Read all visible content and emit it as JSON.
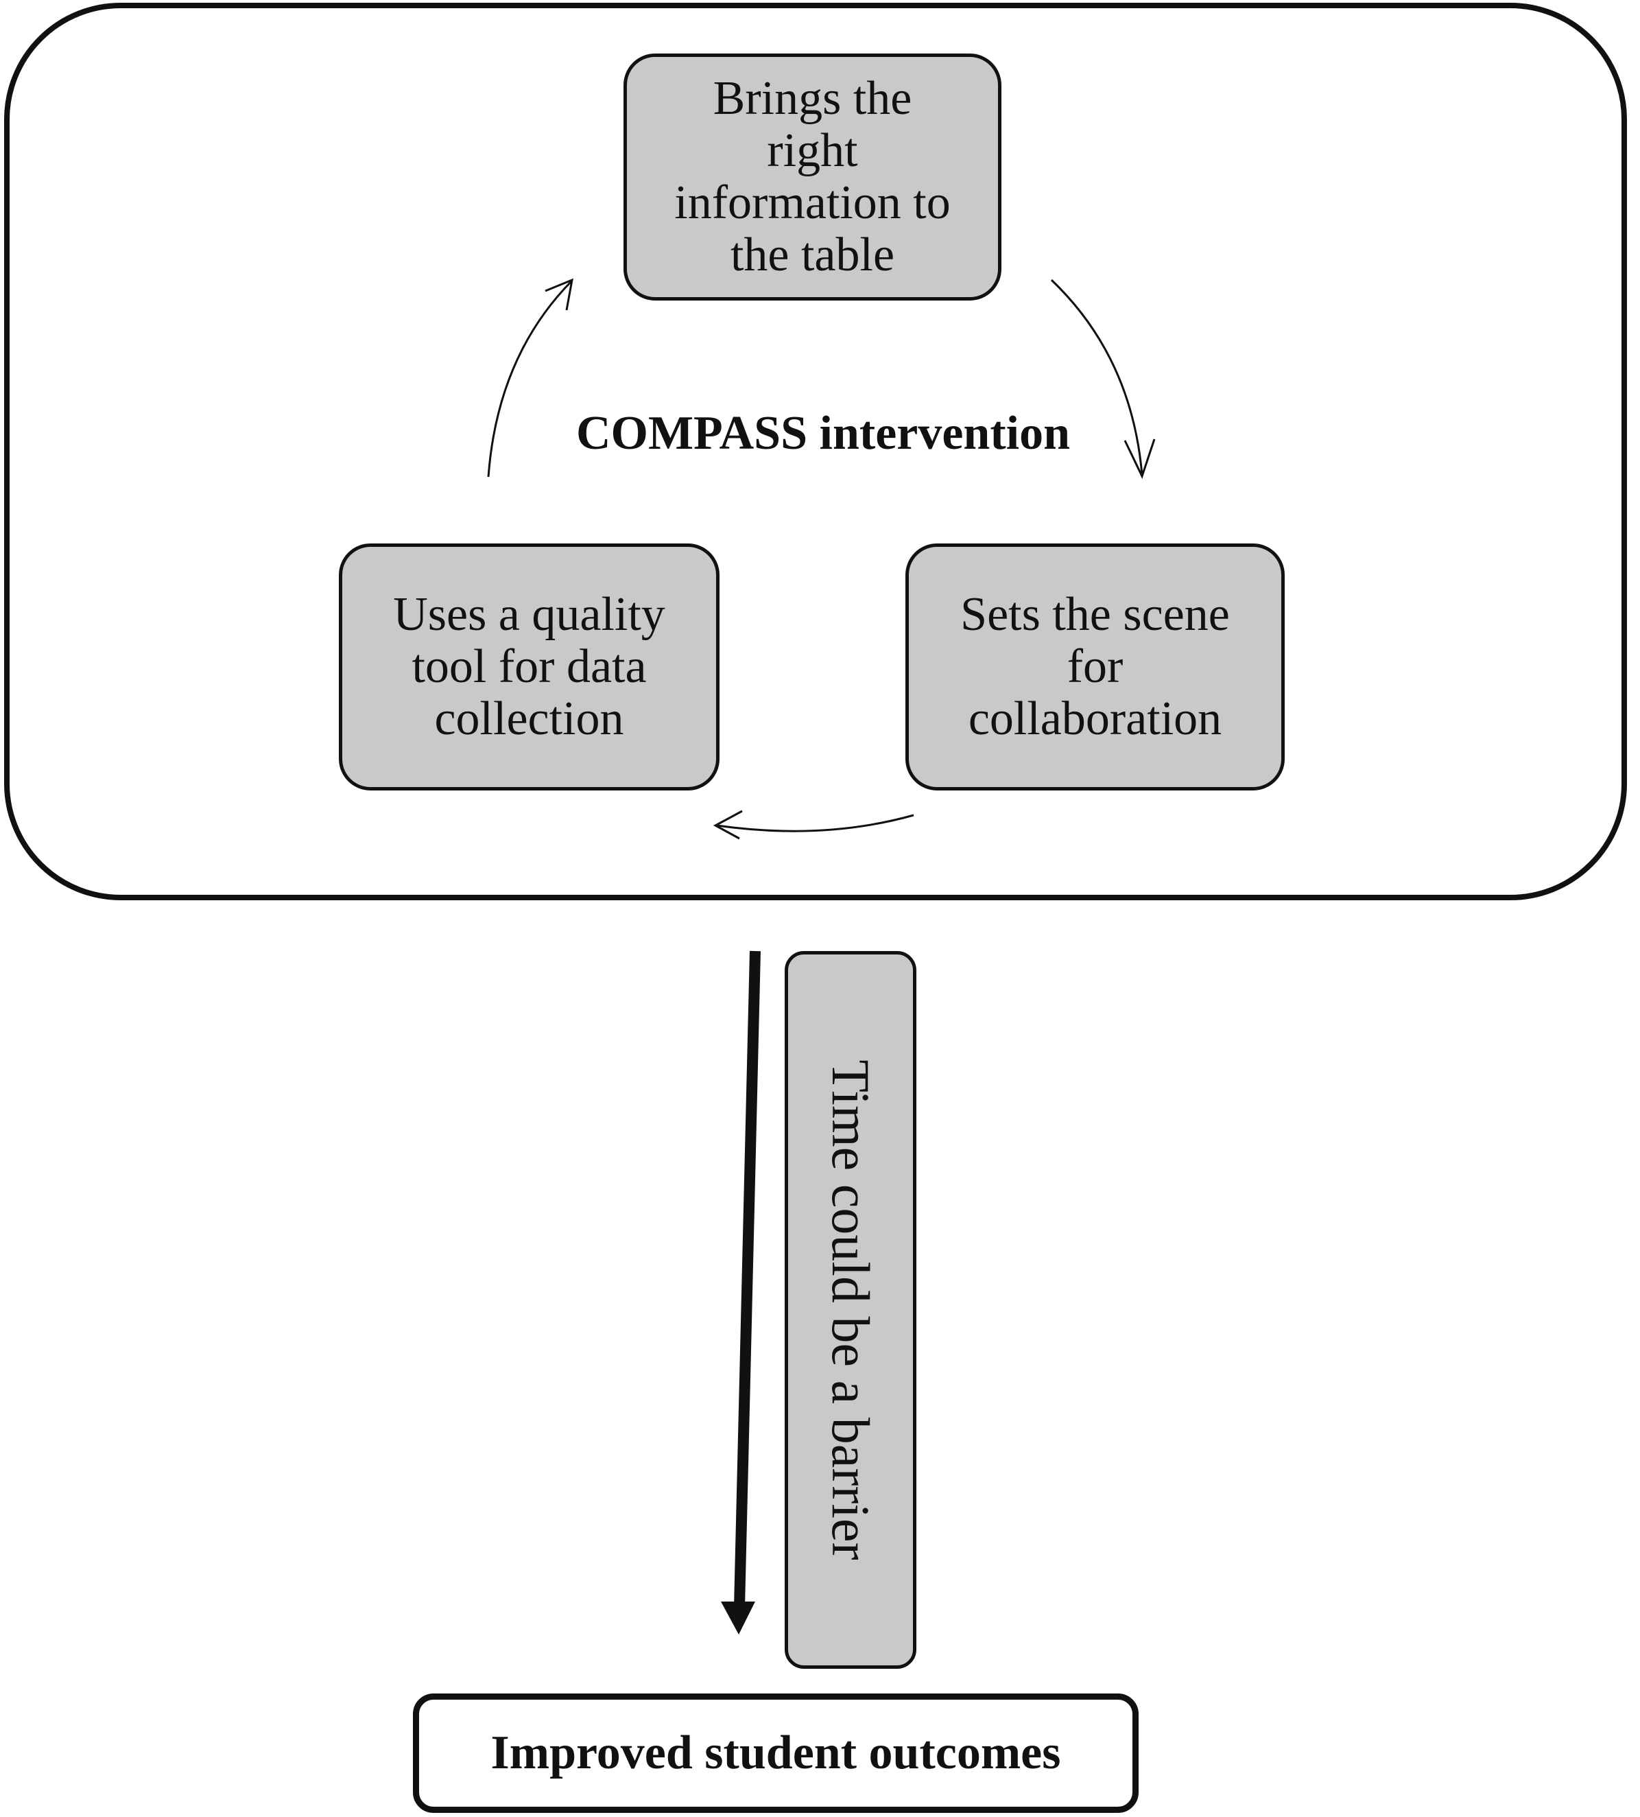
{
  "diagram": {
    "title": "COMPASS intervention",
    "nodes": [
      {
        "id": "n1",
        "label": "Brings the\nright\ninformation to\nthe table"
      },
      {
        "id": "n2",
        "label": "Sets the scene\nfor\ncollaboration"
      },
      {
        "id": "n3",
        "label": "Uses a quality\ntool for data\ncollection"
      }
    ],
    "edges": [
      {
        "from": "n1",
        "to": "n2"
      },
      {
        "from": "n2",
        "to": "n3"
      },
      {
        "from": "n3",
        "to": "n1"
      },
      {
        "from": "cycle",
        "to": "outcome"
      }
    ],
    "barrier_label": "Time could be a barrier",
    "outcome_label": "Improved student outcomes",
    "colors": {
      "node_fill": "#c8cac8",
      "stroke": "#111111",
      "background": "#ffffff"
    }
  }
}
